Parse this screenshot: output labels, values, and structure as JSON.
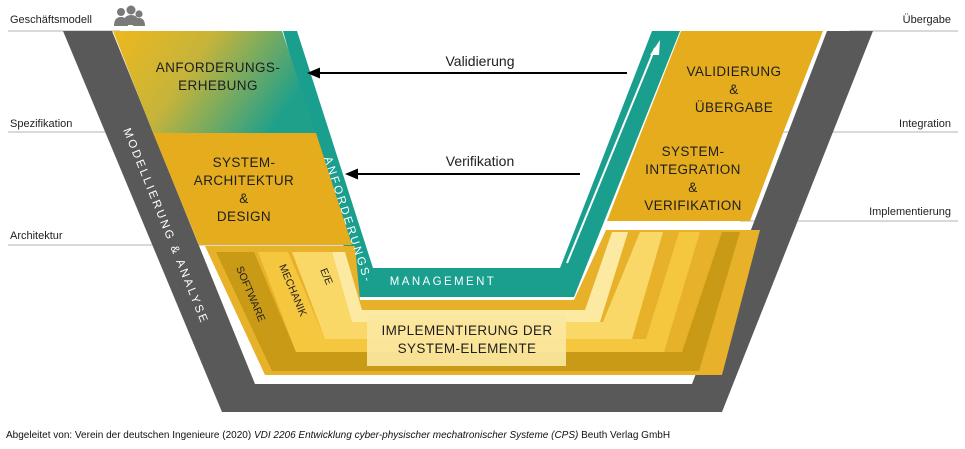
{
  "levels": {
    "left": [
      "Geschäftsmodell",
      "Spezifikation",
      "Architektur"
    ],
    "right": [
      "Übergabe",
      "Integration",
      "Implementierung"
    ]
  },
  "boxes": {
    "requirements": [
      "ANFORDERUNGS-",
      "ERHEBUNG"
    ],
    "architecture": [
      "SYSTEM-",
      "ARCHITEKTUR",
      "&",
      "DESIGN"
    ],
    "validation": [
      "VALIDIERUNG",
      "&",
      "ÜBERGABE"
    ],
    "integration": [
      "SYSTEM-",
      "INTEGRATION",
      "&",
      "VERIFIKATION"
    ],
    "implementation": [
      "IMPLEMENTIERUNG DER",
      "SYSTEM-ELEMENTE"
    ]
  },
  "domains": [
    "SOFTWARE",
    "MECHANIK",
    "E/E"
  ],
  "arrows": {
    "top": "Validierung",
    "middle": "Verifikation"
  },
  "band": {
    "left": "ANFORDERUNGS-",
    "bottom": "MANAGEMENT",
    "outer": "MODELLIERUNG & ANALYSE"
  },
  "caption": {
    "prefix": "Abgeleitet von: Verein der deutschen Ingenieure (2020)",
    "title": "VDI 2206 Entwicklung cyber-physischer mechatronischer Systeme (CPS)",
    "suffix": "Beuth Verlag GmbH"
  },
  "colors": {
    "gold": "#E5AD1E",
    "teal": "#1A9E8D",
    "gray": "#595959",
    "dark_gold": "#C99A16",
    "light_gold": "#FAD868",
    "pale_gold": "#FCEAA3"
  },
  "icons": {
    "people": "people-group-icon"
  }
}
